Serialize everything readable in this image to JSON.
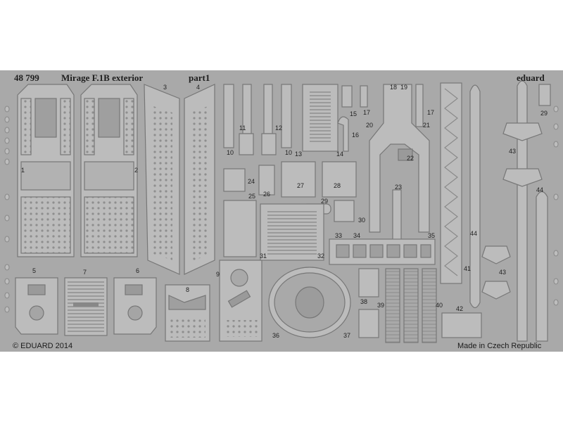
{
  "sheet": {
    "catalog_number": "48 799",
    "title": "Mirage F.1B exterior",
    "part_label": "part1",
    "brand": "eduard",
    "copyright": "© EDUARD 2014",
    "origin": "Made in Czech Republic"
  },
  "part_numbers": [
    "1",
    "2",
    "3",
    "4",
    "5",
    "6",
    "7",
    "8",
    "9",
    "10",
    "10",
    "11",
    "12",
    "13",
    "14",
    "15",
    "16",
    "17",
    "17",
    "18",
    "19",
    "20",
    "21",
    "22",
    "23",
    "24",
    "25",
    "26",
    "27",
    "28",
    "29",
    "29",
    "30",
    "31",
    "32",
    "33",
    "34",
    "35",
    "36",
    "37",
    "38",
    "39",
    "40",
    "41",
    "42",
    "43",
    "43",
    "44",
    "44"
  ],
  "colors": {
    "fret": "#a9a9a9",
    "part_fill": "#bcbcbc",
    "outline": "#7a7a7a",
    "hole": "#8c8c8c",
    "text": "#1e1e1e"
  }
}
